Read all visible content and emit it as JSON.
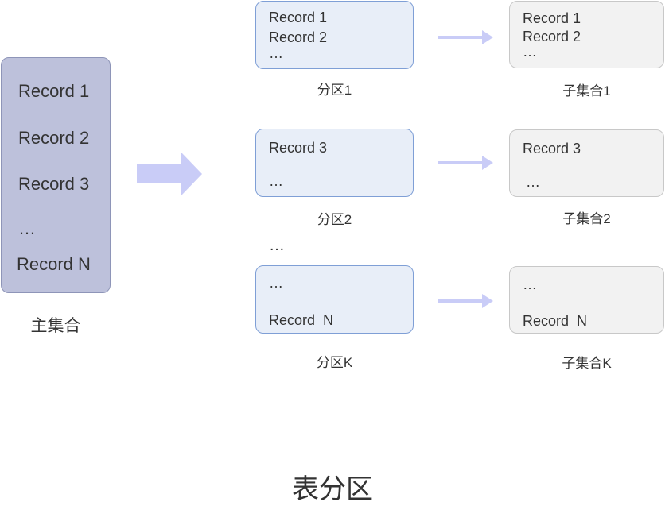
{
  "main": {
    "label": "主集合",
    "records": [
      "Record 1",
      "Record 2",
      "Record 3",
      "…",
      "Record N"
    ]
  },
  "partitions": [
    {
      "label": "分区1",
      "lines": [
        "Record 1",
        "Record 2",
        "…"
      ]
    },
    {
      "label": "分区2",
      "lines": [
        "Record 3",
        "…"
      ]
    },
    {
      "label": "分区K",
      "lines": [
        "…",
        "Record  N"
      ]
    }
  ],
  "between_dots": "…",
  "subsets": [
    {
      "label": "子集合1",
      "lines": [
        "Record 1",
        "Record 2",
        "…"
      ]
    },
    {
      "label": "子集合2",
      "lines": [
        "Record 3",
        "…"
      ]
    },
    {
      "label": "子集合K",
      "lines": [
        "…",
        "Record  N"
      ]
    }
  ],
  "footer": {
    "title": "表分区"
  },
  "colors": {
    "main_fill": "#bdc1db",
    "partition_fill": "#e8eef8",
    "partition_border": "#7f9fd6",
    "subset_fill": "#f2f2f2",
    "arrow": "#c9ccf7"
  }
}
